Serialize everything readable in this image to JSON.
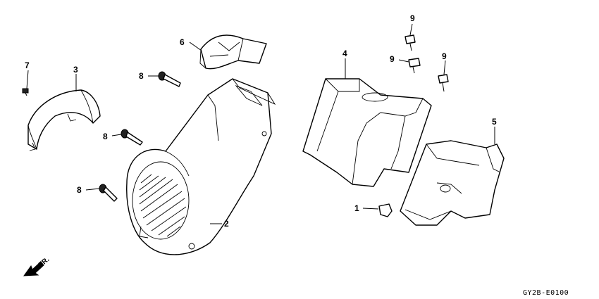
{
  "diagram": {
    "callouts": [
      {
        "id": "c9a",
        "text": "9"
      },
      {
        "id": "c9b",
        "text": "9"
      },
      {
        "id": "c9c",
        "text": "9"
      },
      {
        "id": "c6",
        "text": "6"
      },
      {
        "id": "c4",
        "text": "4"
      },
      {
        "id": "c7",
        "text": "7"
      },
      {
        "id": "c3",
        "text": "3"
      },
      {
        "id": "c8a",
        "text": "8"
      },
      {
        "id": "c8b",
        "text": "8"
      },
      {
        "id": "c8c",
        "text": "8"
      },
      {
        "id": "c5",
        "text": "5"
      },
      {
        "id": "c2",
        "text": "2"
      },
      {
        "id": "c1",
        "text": "1"
      }
    ],
    "front_indicator": "FR.",
    "drawing_code": "GY2B-E0100"
  }
}
